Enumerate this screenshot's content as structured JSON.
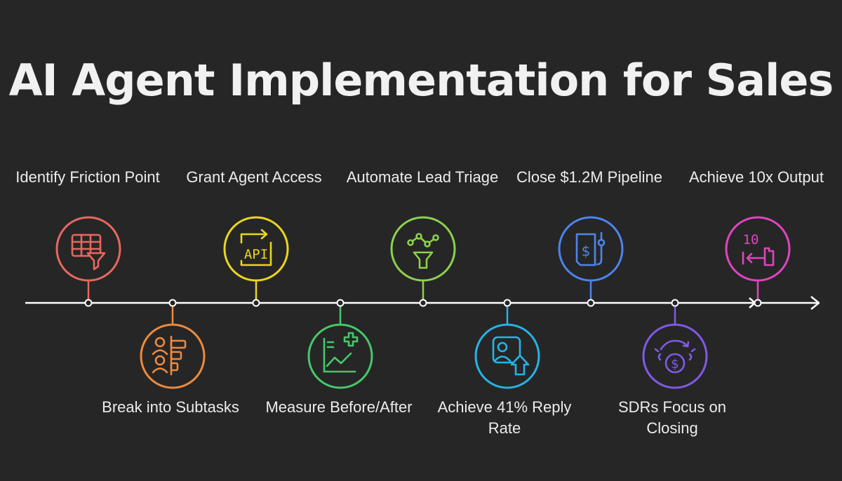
{
  "title": "AI Agent Implementation for Sales",
  "steps": [
    {
      "label": "Identify Friction Point",
      "position": "above",
      "icon": "table-filter-icon",
      "color": "#e8675f"
    },
    {
      "label": "Break into Subtasks",
      "position": "below",
      "icon": "people-tasks-icon",
      "color": "#ee8a3d"
    },
    {
      "label": "Grant Agent Access",
      "position": "above",
      "icon": "api-access-icon",
      "color": "#ecd51e"
    },
    {
      "label": "Measure Before/After",
      "position": "below",
      "icon": "chart-plus-icon",
      "color": "#46c86a"
    },
    {
      "label": "Automate Lead Triage",
      "position": "above",
      "icon": "funnel-network-icon",
      "color": "#8cd24a"
    },
    {
      "label": "Achieve 41% Reply Rate",
      "position": "below",
      "icon": "person-up-arrow-icon",
      "color": "#26b3e6"
    },
    {
      "label": "Close $1.2M Pipeline",
      "position": "above",
      "icon": "document-dollar-icon",
      "color": "#4d84ee"
    },
    {
      "label": "SDRs Focus on Closing",
      "position": "below",
      "icon": "dollar-cycle-icon",
      "color": "#7f5ae6"
    },
    {
      "label": "Achieve 10x Output",
      "position": "above",
      "icon": "ten-times-output-icon",
      "color": "#df45c0"
    }
  ],
  "icon_text": {
    "api": "API",
    "ten": "10"
  }
}
